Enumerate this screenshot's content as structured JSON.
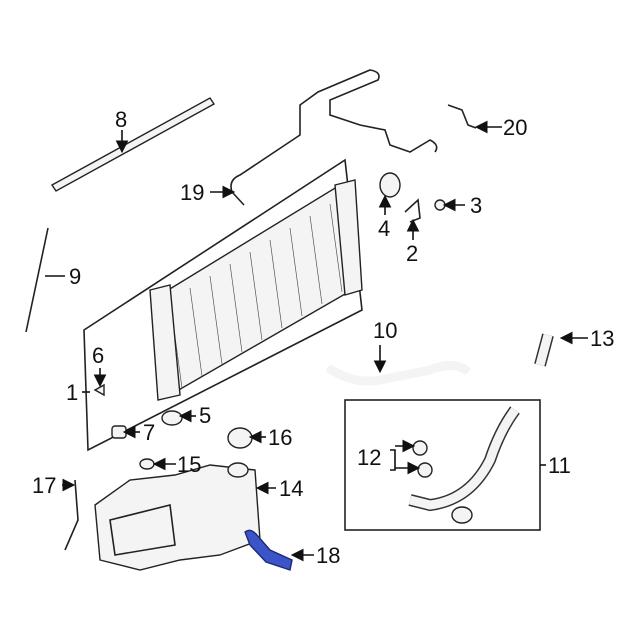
{
  "diagram": {
    "callouts": {
      "c1": "1",
      "c2": "2",
      "c3": "3",
      "c4": "4",
      "c5": "5",
      "c6": "6",
      "c7": "7",
      "c8": "8",
      "c9": "9",
      "c10": "10",
      "c11": "11",
      "c12": "12",
      "c13": "13",
      "c14": "14",
      "c15": "15",
      "c16": "16",
      "c17": "17",
      "c18": "18",
      "c19": "19",
      "c20": "20"
    },
    "highlight_color": "#3b54c7"
  }
}
